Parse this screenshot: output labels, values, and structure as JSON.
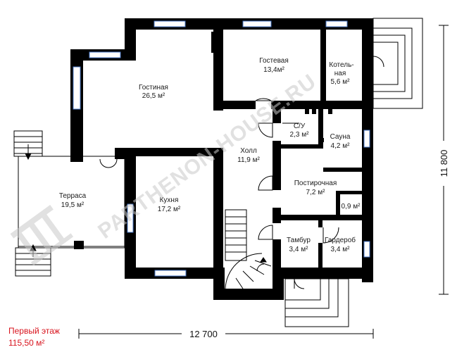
{
  "floor": {
    "title": "Первый этаж",
    "area": "115,50 м²"
  },
  "dimensions": {
    "width": "12 700",
    "height": "11 800"
  },
  "watermark": "PARTHENON-HOUSE.RU",
  "rooms": [
    {
      "id": "gostinaya",
      "name": "Гостиная",
      "area": "26,5 м²"
    },
    {
      "id": "gostevaya",
      "name": "Гостевая",
      "area": "13,4м²"
    },
    {
      "id": "kotelnaya",
      "name": "Котель-\nная",
      "area": "5,6 м²"
    },
    {
      "id": "su",
      "name": "С/У",
      "area": "2,3 м²"
    },
    {
      "id": "sauna",
      "name": "Сауна",
      "area": "4,2 м²"
    },
    {
      "id": "holl",
      "name": "Холл",
      "area": "11,9 м²"
    },
    {
      "id": "terrasa",
      "name": "Терраса",
      "area": "19,5 м²"
    },
    {
      "id": "kuhnya",
      "name": "Кухня",
      "area": "17,2 м²"
    },
    {
      "id": "postirochnaya",
      "name": "Постирочная",
      "area": "7,2 м²"
    },
    {
      "id": "small",
      "name": "",
      "area": "0,9 м²"
    },
    {
      "id": "tambur",
      "name": "Тамбур",
      "area": "3,4 м²"
    },
    {
      "id": "garderob",
      "name": "Гардероб",
      "area": "3,4 м²"
    }
  ]
}
